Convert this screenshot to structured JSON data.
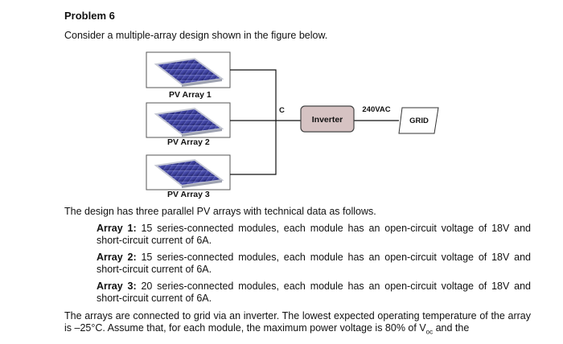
{
  "problem_title": "Problem 6",
  "intro": "Consider a multiple-array design shown in the figure below.",
  "figure": {
    "arrays": [
      {
        "label": "PV Array 1"
      },
      {
        "label": "PV Array 2"
      },
      {
        "label": "PV Array 3"
      }
    ],
    "node_label": "C",
    "inverter_label": "Inverter",
    "voltage_label": "240VAC",
    "grid_label": "GRID"
  },
  "design_text": "The design has three parallel PV arrays with technical data as follows.",
  "array_specs": [
    {
      "name": "Array 1:",
      "text": "15 series-connected modules, each module has an open-circuit voltage of 18V and short-circuit current of 6A."
    },
    {
      "name": "Array 2:",
      "text": "15 series-connected modules, each module has an open-circuit voltage of 18V and short-circuit current of 6A."
    },
    {
      "name": "Array 3:",
      "text": "20 series-connected modules, each module has an open-circuit voltage of 18V and short-circuit current of 6A."
    }
  ],
  "closing": {
    "part1": "The arrays are connected to grid via an inverter. The lowest expected operating temperature of the array is –25°C. Assume that, for each module, the maximum power voltage is 80% of V",
    "sub": "oc",
    "part2": " and the"
  },
  "colors": {
    "inverter_fill": "#d6c3c3",
    "panel_blue": "#3c3f9a",
    "panel_frame": "#b8bcc8"
  }
}
